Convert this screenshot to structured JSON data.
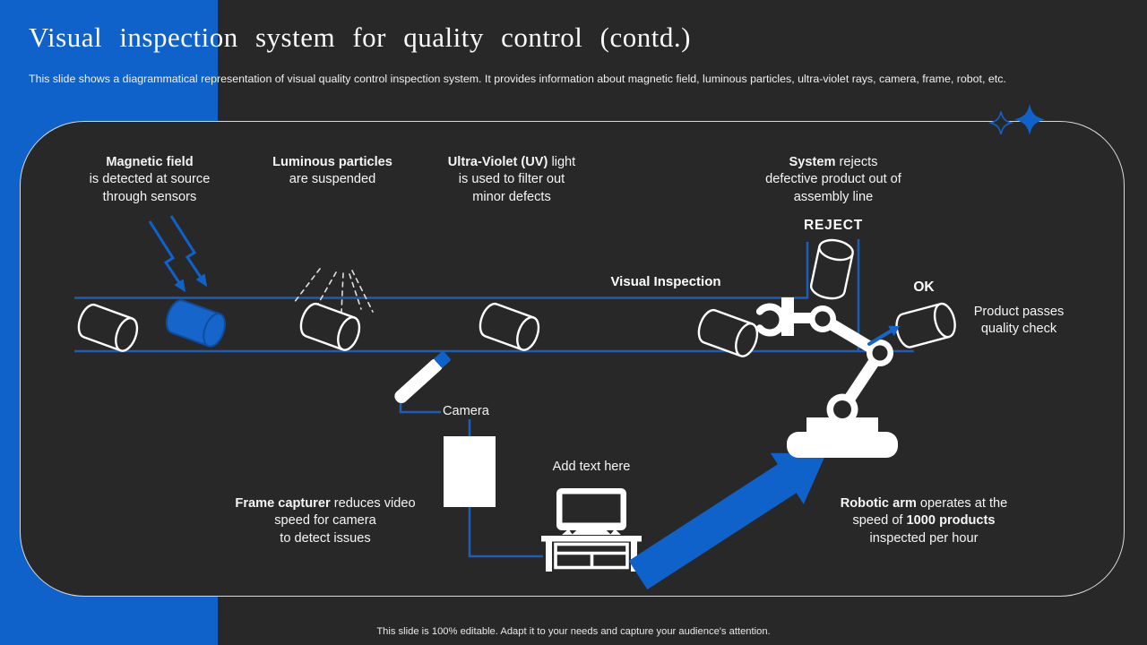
{
  "slide": {
    "title": "Visual inspection system for quality control (contd.)",
    "subtitle": "This slide shows a diagrammatical representation of visual quality control inspection system. It provides information about magnetic field, luminous particles, ultra-violet rays,  camera, frame, robot, etc.",
    "footer": "This slide is 100% editable. Adapt it to your needs and capture your audience's attention."
  },
  "colors": {
    "accent_blue": "#1062cb",
    "cylinder_blue": "#1565cb",
    "conveyor_line_blue": "#1f5cb3",
    "panel_background": "#282828",
    "panel_border": "#d9d9d9",
    "text": "#f5f5f5"
  },
  "callouts": {
    "magnetic": {
      "bold": "Magnetic field",
      "line2": "is detected at source",
      "line3": "through  sensors"
    },
    "luminous": {
      "bold": "Luminous particles",
      "line2": "are suspended"
    },
    "uv": {
      "bold": "Ultra-Violet (UV)",
      "bold_suffix": " light",
      "line2": "is used to filter out",
      "line3": "minor defects"
    },
    "system": {
      "bold": "System",
      "bold_suffix": " rejects",
      "line2": "defective product out of",
      "line3": "assembly line"
    },
    "frame": {
      "bold": "Frame capturer",
      "bold_suffix": " reduces video",
      "line2": "speed for camera",
      "line3": "to detect issues"
    },
    "robotic": {
      "bold": "Robotic arm",
      "bold_suffix": " operates at the",
      "line2_pre": "speed of ",
      "line2_bold": "1000 products",
      "line3": "inspected per hour"
    },
    "product_passes": {
      "line1": "Product passes",
      "line2": "quality check"
    }
  },
  "labels": {
    "visual_inspection": "Visual Inspection",
    "reject": "REJECT",
    "ok": "OK",
    "camera": "Camera",
    "add_text": "Add text here"
  },
  "icons": {
    "sparkle": "four-point-star",
    "magnetic_arrows": "lightning-arrows",
    "uv_rays": "dashed-light-rays",
    "product": "cylinder",
    "camera": "tilted-camera-bar",
    "frame_capturer": "white-box",
    "workstation": "monitor-on-desk",
    "robot": "robotic-arm",
    "flow_arrow": "thick-blue-arrow"
  }
}
